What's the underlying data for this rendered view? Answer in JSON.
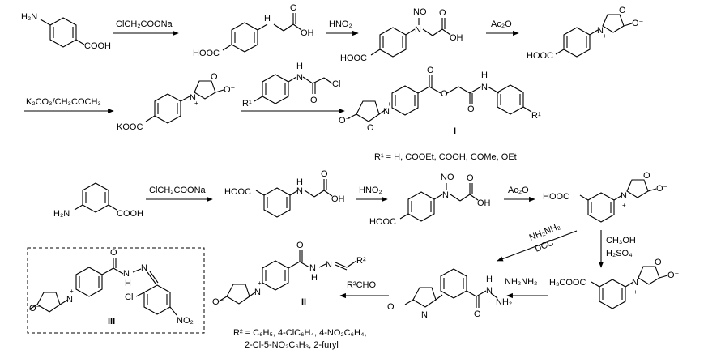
{
  "scheme": {
    "row1": {
      "sm_nh2": "H₂N",
      "sm_cooh": "COOH",
      "reagent1": "ClCH₂COONa",
      "int1_cooh_left": "HOOC",
      "int1_nh": "H",
      "int1_oh": "OH",
      "int1_o": "O",
      "reagent2": "HNO₂",
      "int2_hooc": "HOOC",
      "int2_no": "NO",
      "int2_n": "N",
      "int2_oh": "OH",
      "int2_o": "O",
      "reagent3": "Ac₂O",
      "syd1_hooc": "HOOC",
      "syd1_n": "N",
      "syd1_plus": "+",
      "syd1_o_ring": "O",
      "syd1_o_minus": "O⁻"
    },
    "row2": {
      "reagent4": "K₂CO₃/CH₃COCH₃",
      "syd2_kooc": "KOOC",
      "syd2_n": "N",
      "syd2_plus": "+",
      "syd2_o_ring": "O",
      "syd2_o_minus": "O⁻",
      "chloroacetanilide_r1": "R¹",
      "chloroacetanilide_nh": "H",
      "chloroacetanilide_n": "N",
      "chloroacetanilide_cl": "Cl",
      "chloroacetanilide_o": "O",
      "prod1_o_minus": "O⁻",
      "prod1_n": "N",
      "prod1_plus": "+",
      "prod1_o_ring": "O",
      "prod1_o_ester": "O",
      "prod1_o_co": "O",
      "prod1_o_amide": "O",
      "prod1_nh": "H",
      "prod1_n_amide": "N",
      "prod1_r1": "R¹",
      "compound_I": "I",
      "r1_definition": "R¹ = H, COOEt, COOH, COMe, OEt"
    },
    "row3": {
      "sm_h2n": "H₂N",
      "sm_cooh": "COOH",
      "reagent1": "ClCH₂COONa",
      "int1_hooc": "HOOC",
      "int1_nh": "H",
      "int1_n": "N",
      "int1_oh": "OH",
      "int1_o": "O",
      "reagent2": "HNO₂",
      "int2_hooc": "HOOC",
      "int2_no": "NO",
      "int2_n": "N",
      "int2_oh": "OH",
      "int2_o": "O",
      "reagent3": "Ac₂O",
      "syd_hooc": "HOOC",
      "syd_n": "N",
      "syd_plus": "+",
      "syd_o_ring": "O",
      "syd_o_minus": "O⁻"
    },
    "row4": {
      "reagent_diag_1": "NH₂NH₂",
      "reagent_diag_2": "DCC",
      "reagent_down_1": "CH₃OH",
      "reagent_down_2": "H₂SO₄",
      "ester_h3cooc": "H₃COOC",
      "ester_n": "N",
      "ester_plus": "+",
      "ester_o_ring": "O",
      "ester_o_minus": "O⁻",
      "reagent_hydrazine": "NH₂NH₂",
      "hydrazide_nh": "H",
      "hydrazide_n": "N",
      "hydrazide_nh2": "NH₂",
      "hydrazide_o": "O",
      "hydrazide_o_minus": "O⁻",
      "hydrazide_n_ring": "N",
      "reagent_aldehyde": "R²CHO",
      "prod2_o_minus": "O⁻",
      "prod2_n": "N",
      "prod2_plus": "+",
      "prod2_o_co": "O",
      "prod2_nh": "H",
      "prod2_n1": "N",
      "prod2_n2": "N",
      "prod2_r2": "R²",
      "compound_II": "II",
      "r2_definition_line1": "R² = C₆H₅, 4-ClC₆H₄, 4-NO₂C₆H₄,",
      "r2_definition_line2": "2-Cl-5-NO₂C₆H₃, 2-furyl",
      "box_o_minus": "O⁻",
      "box_n": "N",
      "box_plus": "+",
      "box_o": "O",
      "box_nh": "H",
      "box_n1": "N",
      "box_n2": "N",
      "box_cl": "Cl",
      "box_no2": "NO₂",
      "compound_III": "III"
    }
  }
}
